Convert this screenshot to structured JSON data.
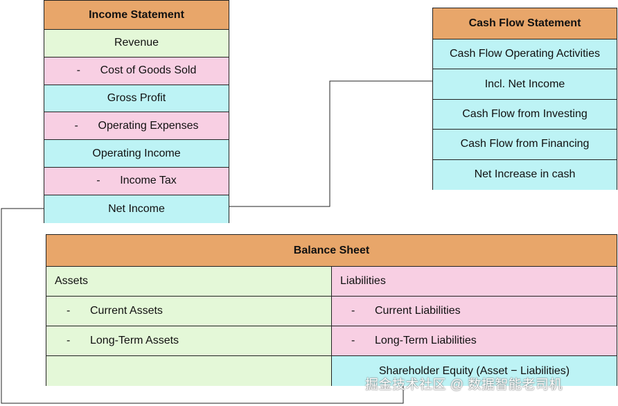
{
  "income_statement": {
    "title": "Income Statement",
    "rows": [
      {
        "prefix": "",
        "label": "Revenue",
        "color": "#e4f8d8"
      },
      {
        "prefix": "-",
        "label": "Cost of Goods Sold",
        "color": "#f8cfe3"
      },
      {
        "prefix": "",
        "label": "Gross Profit",
        "color": "#bdf3f5"
      },
      {
        "prefix": "-",
        "label": "Operating Expenses",
        "color": "#f8cfe3"
      },
      {
        "prefix": "",
        "label": "Operating Income",
        "color": "#bdf3f5"
      },
      {
        "prefix": "-",
        "label": "Income Tax",
        "color": "#f8cfe3"
      },
      {
        "prefix": "",
        "label": "Net Income",
        "color": "#bdf3f5"
      }
    ]
  },
  "cash_flow_statement": {
    "title": "Cash Flow Statement",
    "rows": [
      "Cash Flow Operating Activities",
      "Incl. Net Income",
      "Cash Flow from Investing",
      "Cash Flow from Financing",
      "Net Increase in cash"
    ]
  },
  "balance_sheet": {
    "title": "Balance Sheet",
    "assets": {
      "label": "Assets",
      "items": [
        {
          "prefix": "-",
          "label": "Current Assets"
        },
        {
          "prefix": "-",
          "label": "Long-Term Assets"
        }
      ]
    },
    "liabilities": {
      "label": "Liabilities",
      "items": [
        {
          "prefix": "-",
          "label": "Current Liabilities"
        },
        {
          "prefix": "-",
          "label": "Long-Term Liabilities"
        }
      ],
      "equity": "Shareholder Equity (Asset − Liabilities)"
    }
  },
  "colors": {
    "header": "#e8a66a",
    "green": "#e4f8d8",
    "pink": "#f8cfe3",
    "cyan": "#bdf3f5"
  },
  "watermark": "掘金技术社区 @ 数据智能老司机"
}
